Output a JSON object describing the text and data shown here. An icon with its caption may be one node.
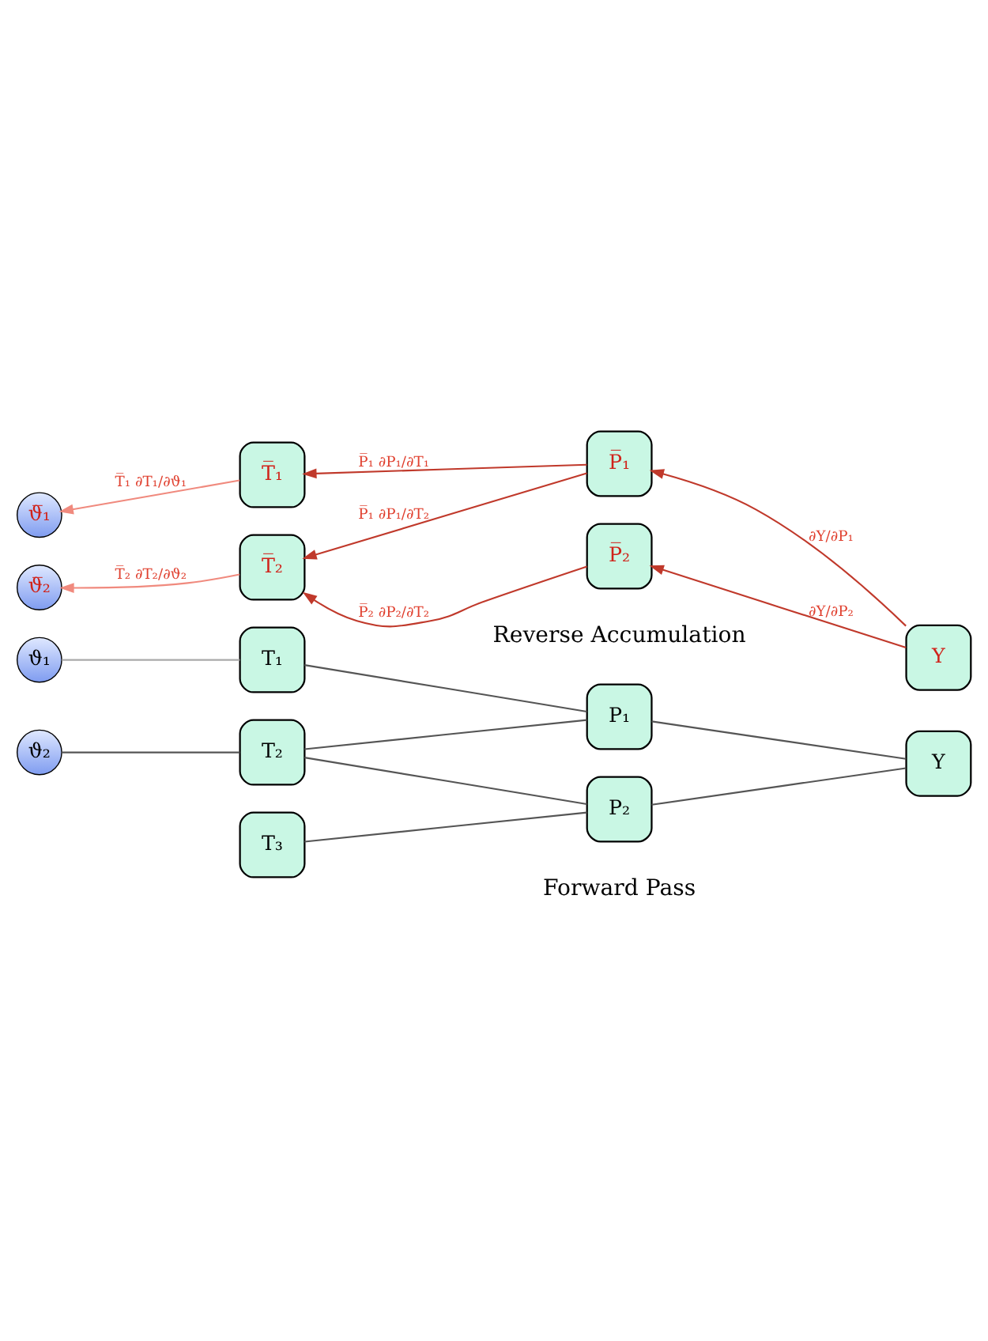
{
  "diagram": {
    "nodes": [
      {
        "text": [
          "ϑ₁"
        ]
      },
      {
        "text": [
          "ϑ₂"
        ]
      },
      {
        "text": [
          "T₁"
        ]
      },
      {
        "text": [
          "T₂"
        ]
      },
      {
        "text": [
          "T₃"
        ]
      },
      {
        "text": [
          "P₁"
        ]
      },
      {
        "text": [
          "P₂"
        ]
      },
      {
        "text": [
          "Y"
        ]
      },
      {
        "text": [
          "ϑ̅₁"
        ]
      },
      {
        "text": [
          "ϑ̅₂"
        ]
      },
      {
        "text": [
          "T̅₁"
        ]
      },
      {
        "text": [
          "T̅₂"
        ]
      },
      {
        "text": [
          "P̅₁"
        ]
      },
      {
        "text": [
          "P̅₂"
        ]
      },
      {
        "text": [
          "Y"
        ]
      }
    ],
    "edges": [
      {
        "from": 0,
        "to": 2,
        "arrow": "none",
        "color": "#aaaaaa"
      },
      {
        "from": 1,
        "to": 3,
        "arrow": "none"
      },
      {
        "from": 2,
        "to": 5,
        "arrow": "none"
      },
      {
        "from": 3,
        "to": 5,
        "arrow": "none"
      },
      {
        "from": 3,
        "to": 6,
        "arrow": "none"
      },
      {
        "from": 4,
        "to": 6,
        "arrow": "none"
      },
      {
        "from": 5,
        "to": 7,
        "arrow": "none"
      },
      {
        "from": 6,
        "to": 7,
        "arrow": "none"
      },
      {
        "from": 14,
        "to": 12,
        "arrow": "to",
        "label": "∂Y/∂P₁",
        "color": "#c0392b"
      },
      {
        "from": 14,
        "to": 13,
        "arrow": "to",
        "label": "∂Y/∂P₂",
        "color": "#c0392b"
      },
      {
        "from": 12,
        "to": 10,
        "arrow": "to",
        "label": "P̅₁ ∂P₁/∂T₁",
        "color": "#c0392b"
      },
      {
        "from": 12,
        "to": 11,
        "arrow": "to",
        "label": "P̅₁ ∂P₁/∂T₂",
        "color": "#c0392b"
      },
      {
        "from": 13,
        "to": 11,
        "arrow": "to",
        "label": "P̅₂ ∂P₂/∂T₂",
        "color": "#c0392b"
      },
      {
        "from": 10,
        "to": 8,
        "arrow": "to",
        "label": "T̅₁ ∂T₁/∂ϑ₁",
        "color": "#f08a7e"
      },
      {
        "from": 11,
        "to": 9,
        "arrow": "to",
        "label": "T̅₂ ∂T₂/∂ϑ₂",
        "color": "#f08a7e"
      }
    ],
    "labels": [
      "Forward Pass",
      "Reverse Accumulation"
    ]
  }
}
